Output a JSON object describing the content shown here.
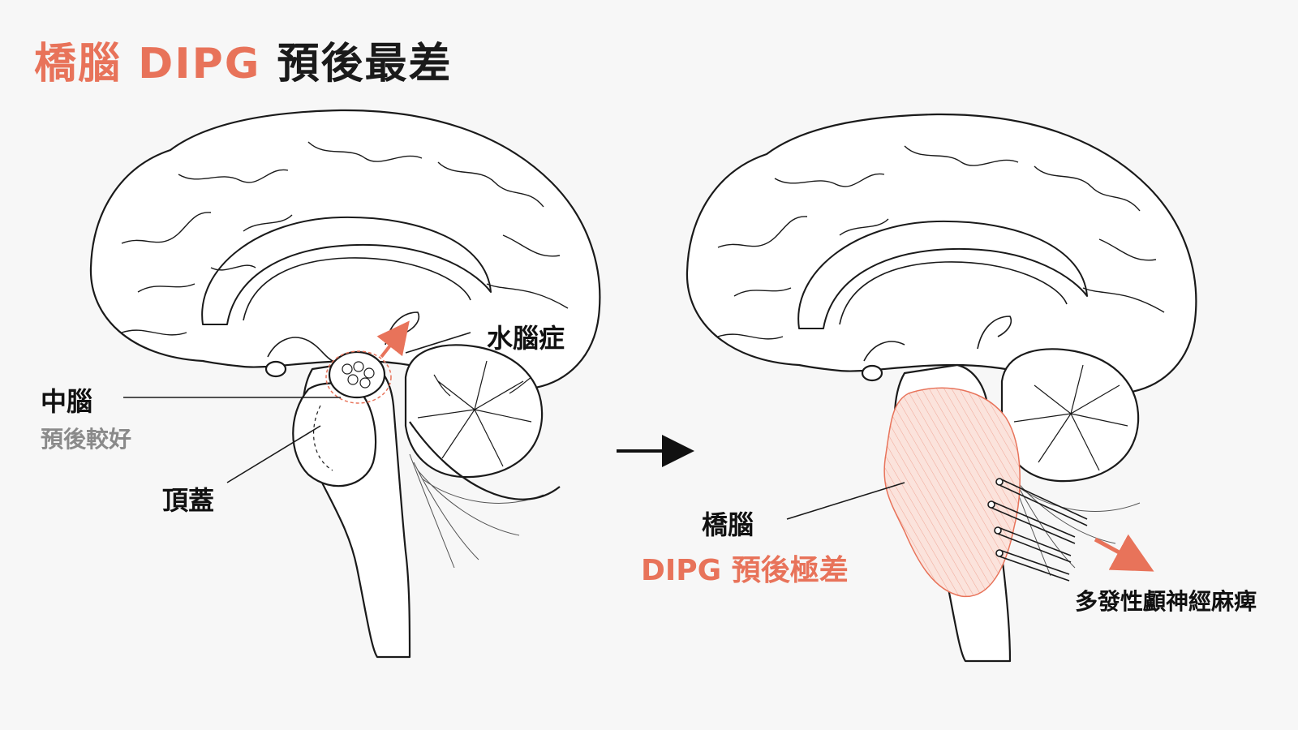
{
  "title": {
    "highlight": "橋腦 DIPG",
    "rest": "預後最差"
  },
  "left_diagram": {
    "midbrain_label": "中腦",
    "midbrain_note": "預後較好",
    "tectum_label": "頂蓋",
    "hydrocephalus_label": "水腦症"
  },
  "right_diagram": {
    "pons_label": "橋腦",
    "dipg_note": "DIPG 預後極差",
    "cranial_nerve_label": "多發性顱神經麻痺"
  },
  "colors": {
    "accent": "#e8735a",
    "tumor_fill": "#fbe3dc",
    "line": "#1a1a1a",
    "muted_text": "#8a8a8a",
    "background": "#f7f7f7"
  }
}
